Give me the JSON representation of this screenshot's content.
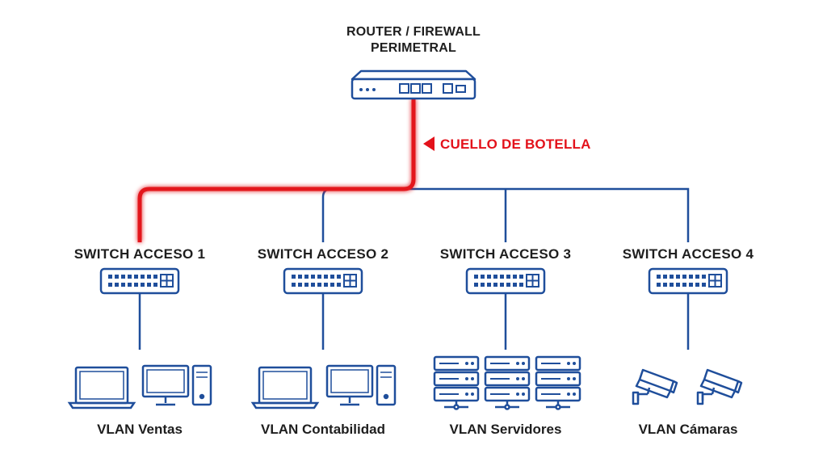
{
  "router": {
    "title_line1": "ROUTER / FIREWALL",
    "title_line2": "PERIMETRAL"
  },
  "bottleneck": {
    "label": "CUELLO DE BOTELLA"
  },
  "switches": [
    {
      "label": "SWITCH ACCESO 1"
    },
    {
      "label": "SWITCH ACCESO 2"
    },
    {
      "label": "SWITCH ACCESO 3"
    },
    {
      "label": "SWITCH ACCESO 4"
    }
  ],
  "vlans": [
    {
      "label": "VLAN Ventas",
      "devices": [
        "laptop-icon",
        "desktop-icon"
      ]
    },
    {
      "label": "VLAN Contabilidad",
      "devices": [
        "laptop-icon",
        "desktop-icon"
      ]
    },
    {
      "label": "VLAN Servidores",
      "devices": [
        "server-rack-icon",
        "server-rack-icon",
        "server-rack-icon"
      ]
    },
    {
      "label": "VLAN Cámaras",
      "devices": [
        "security-camera-icon",
        "security-camera-icon"
      ]
    }
  ],
  "colors": {
    "line": "#1f4e9b",
    "highlight": "#e3121b",
    "text": "#1e1e1e"
  }
}
